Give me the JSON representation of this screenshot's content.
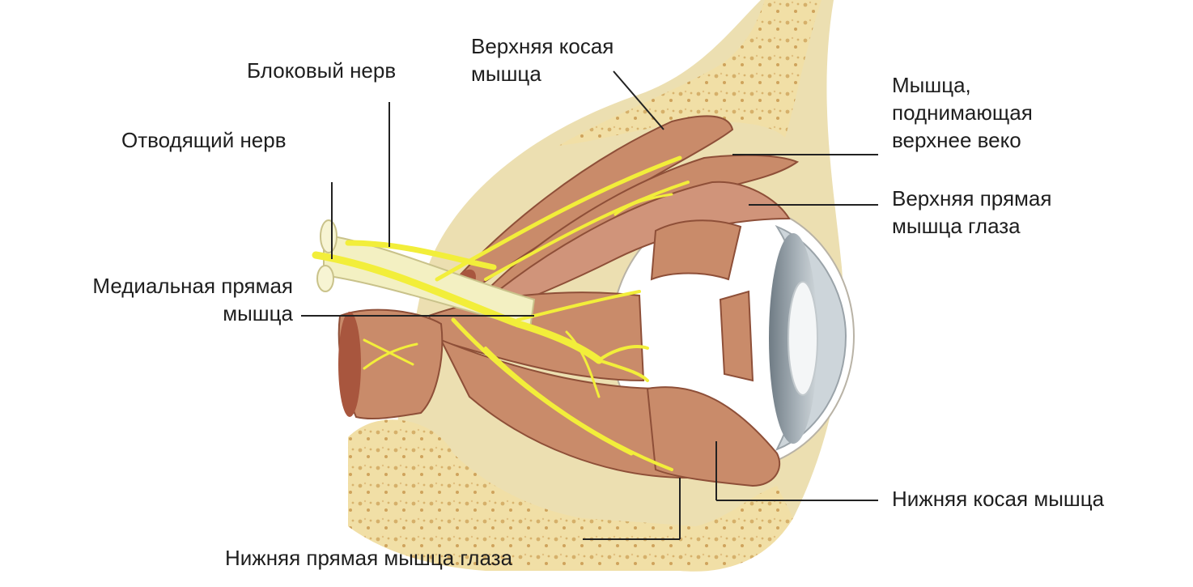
{
  "labels": {
    "trochlear_nerve": "Блоковый нерв",
    "superior_oblique": "Верхняя косая\nмышца",
    "levator": "Мышца,\nподнимающая\nверхнее веко",
    "abducens_nerve": "Отводящий нерв",
    "superior_rectus": "Верхняя прямая\nмышца глаза",
    "medial_rectus": "Медиальная прямая\nмышца",
    "inferior_oblique": "Нижняя косая мышца",
    "inferior_rectus": "Нижняя прямая мышца глаза"
  },
  "colors": {
    "bone": "#efe2b4",
    "bone_speckle": "#d9b978",
    "muscle": "#c98b6a",
    "muscle_dark": "#8e4f38",
    "nerve": "#f2ee3a",
    "nerve_pale": "#f3f0c2",
    "sclera": "#ffffff",
    "iris": "#8a949c",
    "line": "#222222"
  }
}
